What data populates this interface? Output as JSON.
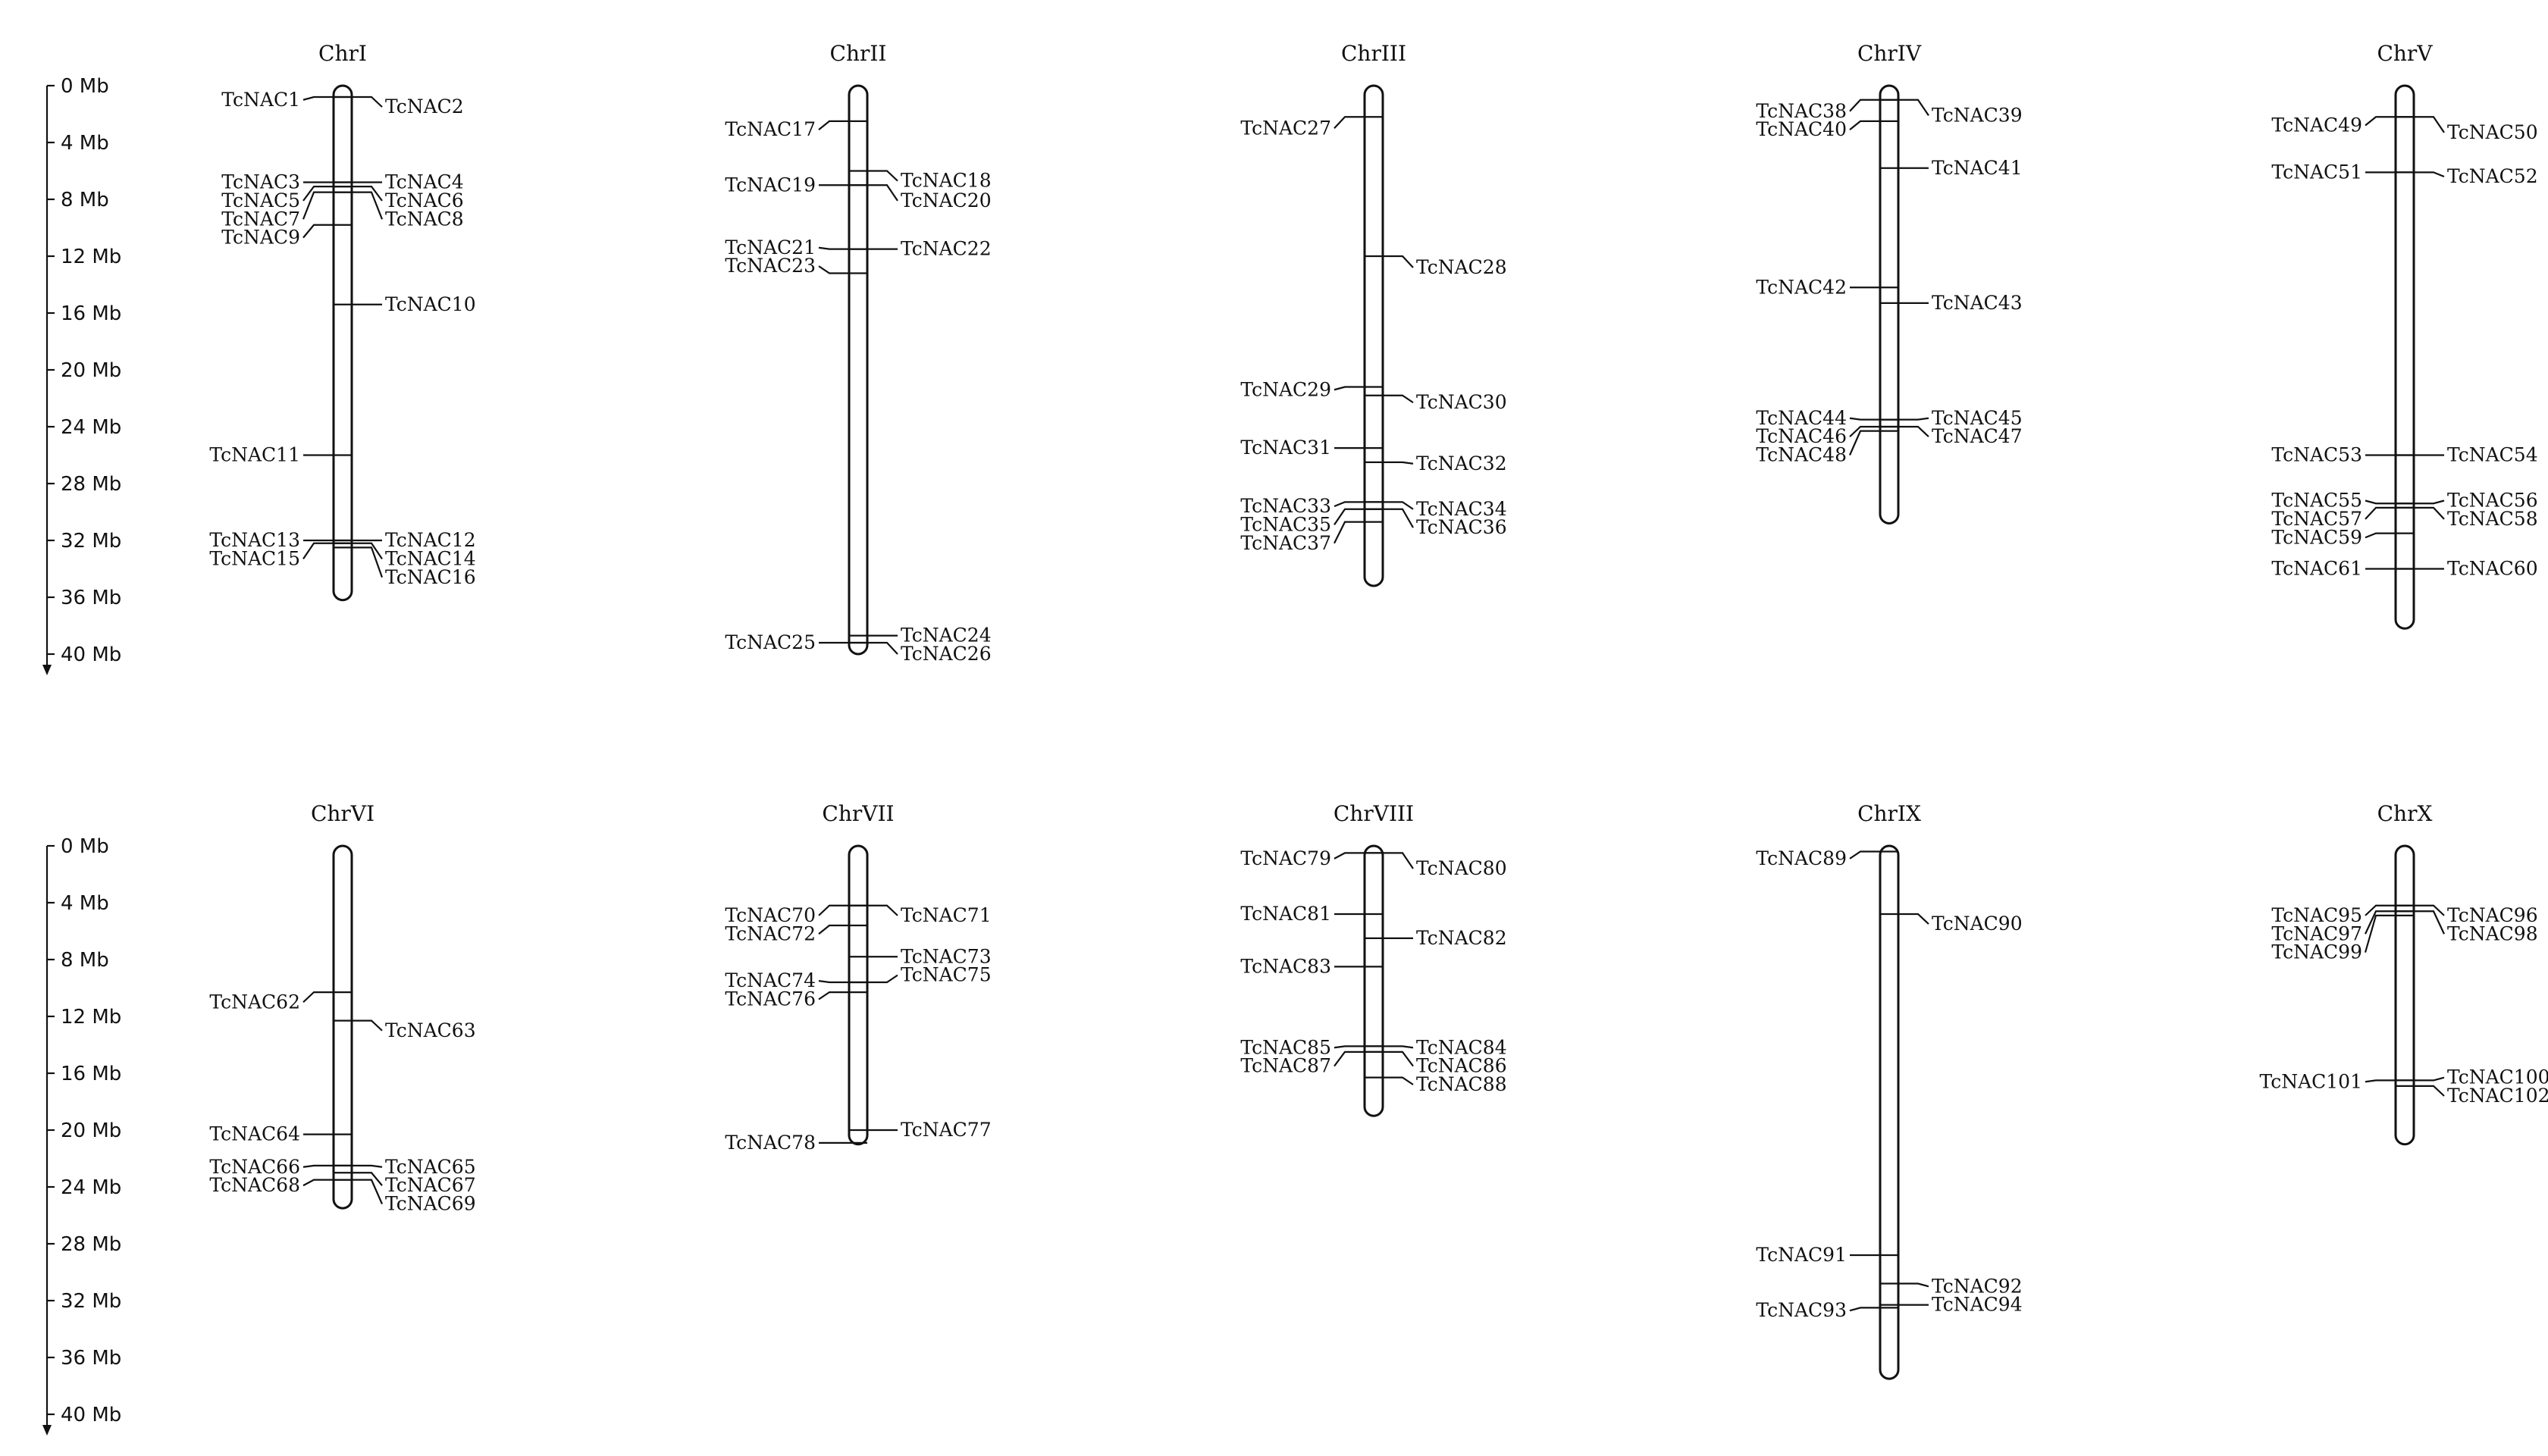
{
  "scale": {
    "unit": "Mb",
    "ticks": [
      "0 Mb",
      "4 Mb",
      "8 Mb",
      "12 Mb",
      "16 Mb",
      "20 Mb",
      "24 Mb",
      "28 Mb",
      "32 Mb",
      "36 Mb",
      "40 Mb"
    ]
  },
  "chromosomes": [
    {
      "id": "chr1",
      "name": "ChrI",
      "length_mb": 36.2,
      "genes": [
        {
          "label": "TcNAC1",
          "pos_mb": 0.8,
          "side": "left",
          "text_mb": 1.0
        },
        {
          "label": "TcNAC2",
          "pos_mb": 0.8,
          "side": "right",
          "text_mb": 1.5
        },
        {
          "label": "TcNAC3",
          "pos_mb": 6.8,
          "side": "left",
          "text_mb": 6.8
        },
        {
          "label": "TcNAC4",
          "pos_mb": 6.8,
          "side": "right",
          "text_mb": 6.8
        },
        {
          "label": "TcNAC5",
          "pos_mb": 7.1,
          "side": "left",
          "text_mb": 8.1
        },
        {
          "label": "TcNAC6",
          "pos_mb": 7.1,
          "side": "right",
          "text_mb": 8.1
        },
        {
          "label": "TcNAC7",
          "pos_mb": 7.5,
          "side": "left",
          "text_mb": 9.4
        },
        {
          "label": "TcNAC8",
          "pos_mb": 7.5,
          "side": "right",
          "text_mb": 9.4
        },
        {
          "label": "TcNAC9",
          "pos_mb": 9.8,
          "side": "left",
          "text_mb": 10.7
        },
        {
          "label": "TcNAC10",
          "pos_mb": 15.4,
          "side": "right",
          "text_mb": 15.4
        },
        {
          "label": "TcNAC11",
          "pos_mb": 26.0,
          "side": "left",
          "text_mb": 26.0
        },
        {
          "label": "TcNAC12",
          "pos_mb": 32.0,
          "side": "right",
          "text_mb": 32.0
        },
        {
          "label": "TcNAC13",
          "pos_mb": 32.0,
          "side": "left",
          "text_mb": 32.0
        },
        {
          "label": "TcNAC14",
          "pos_mb": 32.2,
          "side": "right",
          "text_mb": 33.3
        },
        {
          "label": "TcNAC15",
          "pos_mb": 32.2,
          "side": "left",
          "text_mb": 33.3
        },
        {
          "label": "TcNAC16",
          "pos_mb": 32.5,
          "side": "right",
          "text_mb": 34.6
        }
      ]
    },
    {
      "id": "chr2",
      "name": "ChrII",
      "length_mb": 40.0,
      "genes": [
        {
          "label": "TcNAC17",
          "pos_mb": 2.5,
          "side": "left",
          "text_mb": 3.1
        },
        {
          "label": "TcNAC18",
          "pos_mb": 6.0,
          "side": "right",
          "text_mb": 6.7
        },
        {
          "label": "TcNAC19",
          "pos_mb": 7.0,
          "side": "left",
          "text_mb": 7.0
        },
        {
          "label": "TcNAC20",
          "pos_mb": 7.0,
          "side": "right",
          "text_mb": 8.1
        },
        {
          "label": "TcNAC21",
          "pos_mb": 11.5,
          "side": "left",
          "text_mb": 11.4
        },
        {
          "label": "TcNAC22",
          "pos_mb": 11.5,
          "side": "right",
          "text_mb": 11.5
        },
        {
          "label": "TcNAC23",
          "pos_mb": 13.2,
          "side": "left",
          "text_mb": 12.7
        },
        {
          "label": "TcNAC24",
          "pos_mb": 38.7,
          "side": "right",
          "text_mb": 38.7
        },
        {
          "label": "TcNAC25",
          "pos_mb": 39.2,
          "side": "left",
          "text_mb": 39.2
        },
        {
          "label": "TcNAC26",
          "pos_mb": 39.2,
          "side": "right",
          "text_mb": 40.0
        }
      ]
    },
    {
      "id": "chr3",
      "name": "ChrIII",
      "length_mb": 35.2,
      "genes": [
        {
          "label": "TcNAC27",
          "pos_mb": 2.2,
          "side": "left",
          "text_mb": 3.0
        },
        {
          "label": "TcNAC28",
          "pos_mb": 12.0,
          "side": "right",
          "text_mb": 12.8
        },
        {
          "label": "TcNAC29",
          "pos_mb": 21.2,
          "side": "left",
          "text_mb": 21.4
        },
        {
          "label": "TcNAC30",
          "pos_mb": 21.8,
          "side": "right",
          "text_mb": 22.3
        },
        {
          "label": "TcNAC31",
          "pos_mb": 25.5,
          "side": "left",
          "text_mb": 25.5
        },
        {
          "label": "TcNAC32",
          "pos_mb": 26.5,
          "side": "right",
          "text_mb": 26.6
        },
        {
          "label": "TcNAC33",
          "pos_mb": 29.3,
          "side": "left",
          "text_mb": 29.6
        },
        {
          "label": "TcNAC34",
          "pos_mb": 29.3,
          "side": "right",
          "text_mb": 29.8
        },
        {
          "label": "TcNAC35",
          "pos_mb": 29.8,
          "side": "left",
          "text_mb": 30.9
        },
        {
          "label": "TcNAC36",
          "pos_mb": 29.8,
          "side": "right",
          "text_mb": 31.1
        },
        {
          "label": "TcNAC37",
          "pos_mb": 30.7,
          "side": "left",
          "text_mb": 32.2
        }
      ]
    },
    {
      "id": "chr4",
      "name": "ChrIV",
      "length_mb": 30.8,
      "genes": [
        {
          "label": "TcNAC38",
          "pos_mb": 1.0,
          "side": "left",
          "text_mb": 1.8
        },
        {
          "label": "TcNAC39",
          "pos_mb": 1.0,
          "side": "right",
          "text_mb": 2.1
        },
        {
          "label": "TcNAC40",
          "pos_mb": 2.5,
          "side": "left",
          "text_mb": 3.1
        },
        {
          "label": "TcNAC41",
          "pos_mb": 5.8,
          "side": "right",
          "text_mb": 5.8
        },
        {
          "label": "TcNAC42",
          "pos_mb": 14.2,
          "side": "left",
          "text_mb": 14.2
        },
        {
          "label": "TcNAC43",
          "pos_mb": 15.3,
          "side": "right",
          "text_mb": 15.3
        },
        {
          "label": "TcNAC44",
          "pos_mb": 23.5,
          "side": "left",
          "text_mb": 23.4
        },
        {
          "label": "TcNAC45",
          "pos_mb": 23.5,
          "side": "right",
          "text_mb": 23.4
        },
        {
          "label": "TcNAC46",
          "pos_mb": 24.0,
          "side": "left",
          "text_mb": 24.7
        },
        {
          "label": "TcNAC47",
          "pos_mb": 24.0,
          "side": "right",
          "text_mb": 24.7
        },
        {
          "label": "TcNAC48",
          "pos_mb": 24.3,
          "side": "left",
          "text_mb": 26.0
        }
      ]
    },
    {
      "id": "chr5",
      "name": "ChrV",
      "length_mb": 38.2,
      "genes": [
        {
          "label": "TcNAC49",
          "pos_mb": 2.2,
          "side": "left",
          "text_mb": 2.8
        },
        {
          "label": "TcNAC50",
          "pos_mb": 2.2,
          "side": "right",
          "text_mb": 3.3
        },
        {
          "label": "TcNAC51",
          "pos_mb": 6.1,
          "side": "left",
          "text_mb": 6.1
        },
        {
          "label": "TcNAC52",
          "pos_mb": 6.1,
          "side": "right",
          "text_mb": 6.4
        },
        {
          "label": "TcNAC53",
          "pos_mb": 26.0,
          "side": "left",
          "text_mb": 26.0
        },
        {
          "label": "TcNAC54",
          "pos_mb": 26.0,
          "side": "right",
          "text_mb": 26.0
        },
        {
          "label": "TcNAC55",
          "pos_mb": 29.4,
          "side": "left",
          "text_mb": 29.2
        },
        {
          "label": "TcNAC56",
          "pos_mb": 29.4,
          "side": "right",
          "text_mb": 29.2
        },
        {
          "label": "TcNAC57",
          "pos_mb": 29.7,
          "side": "left",
          "text_mb": 30.5
        },
        {
          "label": "TcNAC58",
          "pos_mb": 29.7,
          "side": "right",
          "text_mb": 30.5
        },
        {
          "label": "TcNAC59",
          "pos_mb": 31.5,
          "side": "left",
          "text_mb": 31.8
        },
        {
          "label": "TcNAC60",
          "pos_mb": 34.0,
          "side": "right",
          "text_mb": 34.0
        },
        {
          "label": "TcNAC61",
          "pos_mb": 34.0,
          "side": "left",
          "text_mb": 34.0
        }
      ]
    },
    {
      "id": "chr6",
      "name": "ChrVI",
      "length_mb": 25.5,
      "genes": [
        {
          "label": "TcNAC62",
          "pos_mb": 10.3,
          "side": "left",
          "text_mb": 11.0
        },
        {
          "label": "TcNAC63",
          "pos_mb": 12.3,
          "side": "right",
          "text_mb": 13.0
        },
        {
          "label": "TcNAC64",
          "pos_mb": 20.3,
          "side": "left",
          "text_mb": 20.3
        },
        {
          "label": "TcNAC65",
          "pos_mb": 22.5,
          "side": "right",
          "text_mb": 22.6
        },
        {
          "label": "TcNAC66",
          "pos_mb": 22.5,
          "side": "left",
          "text_mb": 22.6
        },
        {
          "label": "TcNAC67",
          "pos_mb": 23.0,
          "side": "right",
          "text_mb": 23.9
        },
        {
          "label": "TcNAC68",
          "pos_mb": 23.5,
          "side": "left",
          "text_mb": 23.9
        },
        {
          "label": "TcNAC69",
          "pos_mb": 23.5,
          "side": "right",
          "text_mb": 25.2
        }
      ]
    },
    {
      "id": "chr7",
      "name": "ChrVII",
      "length_mb": 21.0,
      "genes": [
        {
          "label": "TcNAC70",
          "pos_mb": 4.2,
          "side": "left",
          "text_mb": 4.9
        },
        {
          "label": "TcNAC71",
          "pos_mb": 4.2,
          "side": "right",
          "text_mb": 4.9
        },
        {
          "label": "TcNAC72",
          "pos_mb": 5.6,
          "side": "left",
          "text_mb": 6.2
        },
        {
          "label": "TcNAC73",
          "pos_mb": 7.8,
          "side": "right",
          "text_mb": 7.8
        },
        {
          "label": "TcNAC74",
          "pos_mb": 9.6,
          "side": "left",
          "text_mb": 9.5
        },
        {
          "label": "TcNAC75",
          "pos_mb": 9.6,
          "side": "right",
          "text_mb": 9.1
        },
        {
          "label": "TcNAC76",
          "pos_mb": 10.3,
          "side": "left",
          "text_mb": 10.8
        },
        {
          "label": "TcNAC77",
          "pos_mb": 20.0,
          "side": "right",
          "text_mb": 20.0
        },
        {
          "label": "TcNAC78",
          "pos_mb": 20.9,
          "side": "left",
          "text_mb": 20.9
        }
      ]
    },
    {
      "id": "chr8",
      "name": "ChrVIII",
      "length_mb": 19.0,
      "genes": [
        {
          "label": "TcNAC79",
          "pos_mb": 0.5,
          "side": "left",
          "text_mb": 0.9
        },
        {
          "label": "TcNAC80",
          "pos_mb": 0.5,
          "side": "right",
          "text_mb": 1.6
        },
        {
          "label": "TcNAC81",
          "pos_mb": 4.8,
          "side": "left",
          "text_mb": 4.8
        },
        {
          "label": "TcNAC82",
          "pos_mb": 6.5,
          "side": "right",
          "text_mb": 6.5
        },
        {
          "label": "TcNAC83",
          "pos_mb": 8.5,
          "side": "left",
          "text_mb": 8.5
        },
        {
          "label": "TcNAC84",
          "pos_mb": 14.1,
          "side": "right",
          "text_mb": 14.2
        },
        {
          "label": "TcNAC85",
          "pos_mb": 14.1,
          "side": "left",
          "text_mb": 14.2
        },
        {
          "label": "TcNAC86",
          "pos_mb": 14.5,
          "side": "right",
          "text_mb": 15.5
        },
        {
          "label": "TcNAC87",
          "pos_mb": 14.5,
          "side": "left",
          "text_mb": 15.5
        },
        {
          "label": "TcNAC88",
          "pos_mb": 16.3,
          "side": "right",
          "text_mb": 16.8
        }
      ]
    },
    {
      "id": "chr9",
      "name": "ChrIX",
      "length_mb": 37.5,
      "genes": [
        {
          "label": "TcNAC89",
          "pos_mb": 0.4,
          "side": "left",
          "text_mb": 0.9
        },
        {
          "label": "TcNAC90",
          "pos_mb": 4.8,
          "side": "right",
          "text_mb": 5.5
        },
        {
          "label": "TcNAC91",
          "pos_mb": 28.8,
          "side": "left",
          "text_mb": 28.8
        },
        {
          "label": "TcNAC92",
          "pos_mb": 30.8,
          "side": "right",
          "text_mb": 31.0
        },
        {
          "label": "TcNAC93",
          "pos_mb": 32.5,
          "side": "left",
          "text_mb": 32.7
        },
        {
          "label": "TcNAC94",
          "pos_mb": 32.3,
          "side": "right",
          "text_mb": 32.3
        }
      ]
    },
    {
      "id": "chr10",
      "name": "ChrX",
      "length_mb": 21.0,
      "genes": [
        {
          "label": "TcNAC95",
          "pos_mb": 4.2,
          "side": "left",
          "text_mb": 4.9
        },
        {
          "label": "TcNAC96",
          "pos_mb": 4.2,
          "side": "right",
          "text_mb": 4.9
        },
        {
          "label": "TcNAC97",
          "pos_mb": 4.6,
          "side": "left",
          "text_mb": 6.2
        },
        {
          "label": "TcNAC98",
          "pos_mb": 4.6,
          "side": "right",
          "text_mb": 6.2
        },
        {
          "label": "TcNAC99",
          "pos_mb": 4.9,
          "side": "left",
          "text_mb": 7.5
        },
        {
          "label": "TcNAC100",
          "pos_mb": 16.5,
          "side": "right",
          "text_mb": 16.3
        },
        {
          "label": "TcNAC101",
          "pos_mb": 16.5,
          "side": "left",
          "text_mb": 16.6
        },
        {
          "label": "TcNAC102",
          "pos_mb": 16.9,
          "side": "right",
          "text_mb": 17.6
        }
      ]
    }
  ]
}
